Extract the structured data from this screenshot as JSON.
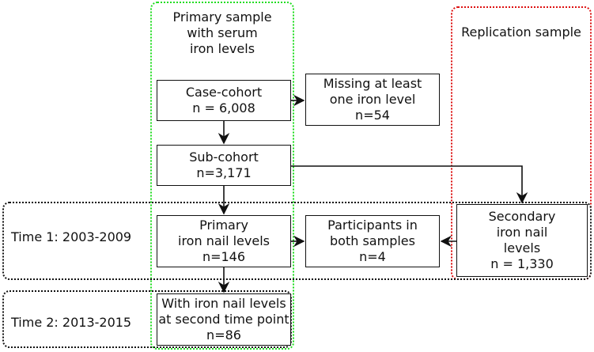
{
  "regions": {
    "primary": {
      "title_lines": [
        "Primary sample",
        "with serum",
        "iron levels"
      ],
      "color": "#22dd22"
    },
    "replication": {
      "title": "Replication sample",
      "color": "#dd1111"
    },
    "time1": {
      "label": "Time 1:  2003-2009",
      "color": "#111111"
    },
    "time2": {
      "label": "Time 2:  2013-2015",
      "color": "#111111"
    }
  },
  "boxes": {
    "case_cohort": [
      "Case-cohort",
      "n = 6,008"
    ],
    "missing": [
      "Missing at least",
      "one iron level",
      "n=54"
    ],
    "sub_cohort": [
      "Sub-cohort",
      "n=3,171"
    ],
    "primary_nail": [
      "Primary",
      "iron nail levels",
      "n=146"
    ],
    "both_samples": [
      "Participants in",
      "both samples",
      "n=4"
    ],
    "secondary_nail": [
      "Secondary",
      "iron nail",
      "levels",
      "n = 1,330"
    ],
    "second_time": [
      "With iron nail levels",
      "at second time point",
      "n=86"
    ]
  }
}
